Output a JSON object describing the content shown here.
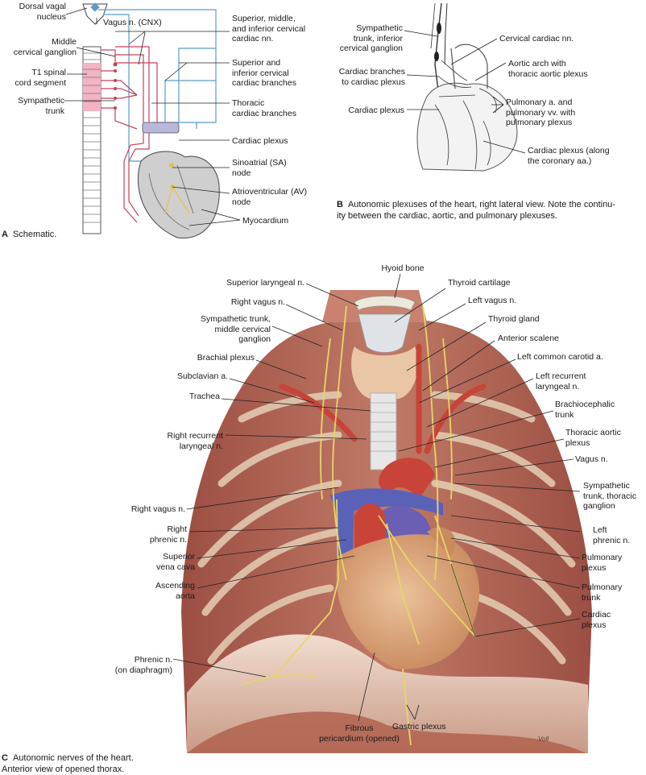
{
  "panel_a": {
    "letter": "A",
    "caption": "Schematic.",
    "labels": {
      "dorsal_vagal_nucleus": "Dorsal vagal\nnucleus",
      "vagus_n_cnx": "Vagus n. (CNX)",
      "middle_cervical_ganglion": "Middle\ncervical ganglion",
      "t1_spinal_cord_segment": "T1 spinal\ncord segment",
      "sympathetic_trunk": "Sympathetic\ntrunk",
      "superior_middle_inferior_cervical_cardiac_nn": "Superior, middle,\nand inferior cervical\ncardiac nn.",
      "superior_inferior_cervical_cardiac_branches": "Superior and\ninferior cervical\ncardiac branches",
      "thoracic_cardiac_branches": "Thoracic\ncardiac branches",
      "cardiac_plexus": "Cardiac plexus",
      "sinoatrial_node": "Sinoatrial (SA)\nnode",
      "atrioventricular_node": "Atrioventricular (AV)\nnode",
      "myocardium": "Myocardium"
    }
  },
  "panel_b": {
    "letter": "B",
    "caption": "Autonomic plexuses of the heart, right lateral view. Note the continu-\nity between the cardiac, aortic, and pulmonary plexuses.",
    "labels": {
      "sympathetic_trunk_inferior_cervical_ganglion": "Sympathetic\ntrunk, inferior\ncervical ganglion",
      "cervical_cardiac_nn": "Cervical cardiac nn.",
      "aortic_arch_thoracic_aortic_plexus": "Aortic arch with\nthoracic aortic plexus",
      "cardiac_branches_to_cardiac_plexus": "Cardiac branches\nto cardiac plexus",
      "cardiac_plexus": "Cardiac plexus",
      "pulmonary_a_vv_plexus": "Pulmonary a. and\npulmonary vv. with\npulmonary plexus",
      "cardiac_plexus_coronary": "Cardiac plexus (along\nthe coronary aa.)"
    }
  },
  "panel_c": {
    "letter": "C",
    "caption": "Autonomic nerves of the heart.\nAnterior view of opened thorax.",
    "labels": {
      "hyoid_bone": "Hyoid bone",
      "superior_laryngeal_n": "Superior laryngeal n.",
      "thyroid_cartilage": "Thyroid cartilage",
      "right_vagus_n_top": "Right vagus n.",
      "left_vagus_n": "Left vagus n.",
      "sympathetic_trunk_middle_cervical_ganglion": "Sympathetic trunk,\nmiddle cervical\nganglion",
      "thyroid_gland": "Thyroid gland",
      "anterior_scalene": "Anterior scalene",
      "brachial_plexus": "Brachial plexus",
      "left_common_carotid_a": "Left common carotid a.",
      "subclavian_a": "Subclavian a.",
      "left_recurrent_laryngeal_n": "Left recurrent\nlaryngeal n.",
      "trachea": "Trachea",
      "brachiocephalic_trunk": "Brachiocephalic\ntrunk",
      "right_recurrent_laryngeal_n": "Right recurrent\nlaryngeal n.",
      "thoracic_aortic_plexus": "Thoracic aortic\nplexus",
      "vagus_n": "Vagus n.",
      "sympathetic_trunk_thoracic_ganglion": "Sympathetic\ntrunk, thoracic\nganglion",
      "right_vagus_n": "Right vagus n.",
      "right_phrenic_n": "Right\nphrenic n.",
      "left_phrenic_n": "Left\nphrenic n.",
      "superior_vena_cava": "Superior\nvena cava",
      "pulmonary_plexus": "Pulmonary\nplexus",
      "ascending_aorta": "Ascending\naorta",
      "pulmonary_trunk": "Pulmonary\ntrunk",
      "cardiac_plexus": "Cardiac\nplexus",
      "phrenic_n_diaphragm": "Phrenic n.\n(on diaphragm)",
      "fibrous_pericardium": "Fibrous\npericardium (opened)",
      "gastric_plexus": "Gastric plexus",
      "signature": "Voll"
    }
  },
  "colors": {
    "parasympathetic": "#5b9bc8",
    "sympathetic": "#c8405a",
    "spinal_pink": "#f3b3c2",
    "plexus_fill": "#b9b7dc",
    "muscle": "#b5675a",
    "nerve": "#e8d567",
    "vein_blue": "#5a62b8",
    "artery_red": "#c84438"
  }
}
